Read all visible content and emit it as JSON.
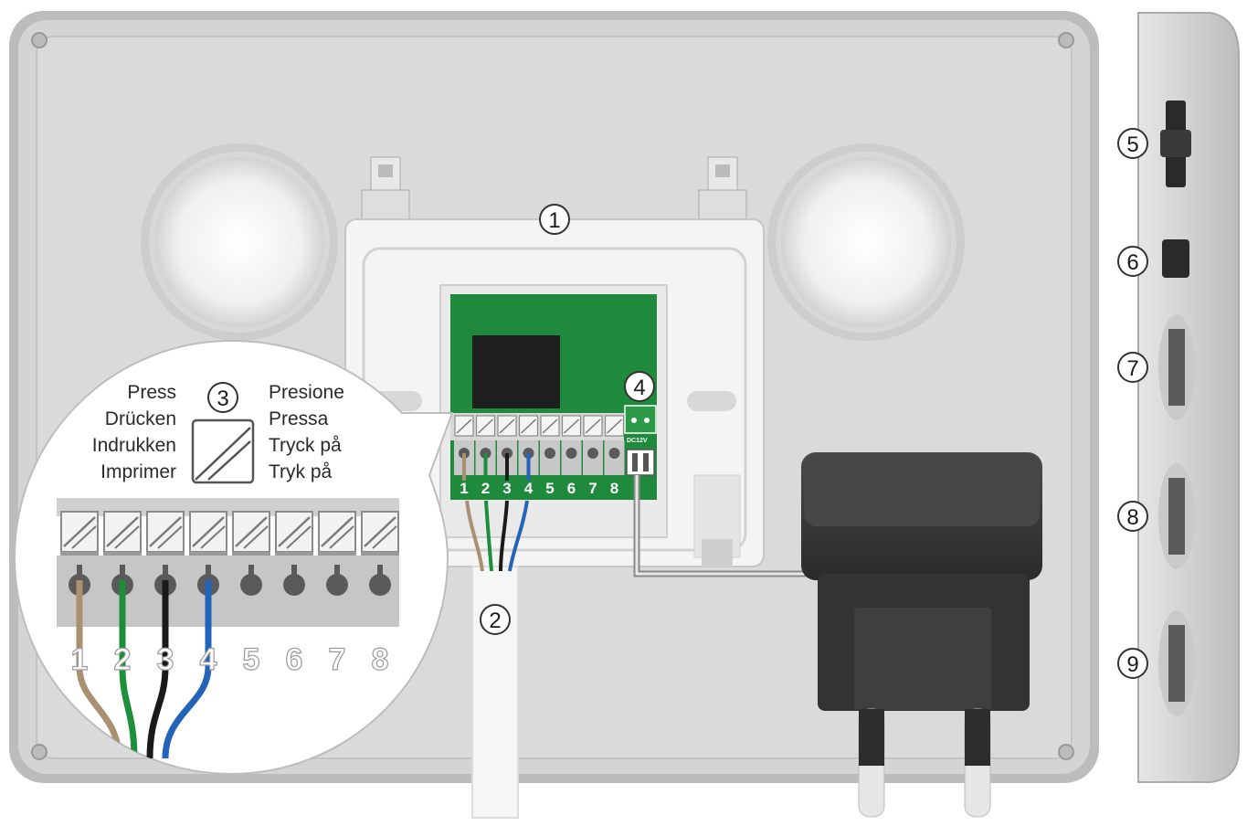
{
  "callouts": [
    "1",
    "2",
    "3",
    "4",
    "5",
    "6",
    "7",
    "8",
    "9"
  ],
  "press_labels_left": [
    "Press",
    "Drücken",
    "Indrukken",
    "Imprimer"
  ],
  "press_labels_right": [
    "Presione",
    "Pressa",
    "Tryck på",
    "Tryk på"
  ],
  "terminals": [
    "1",
    "2",
    "3",
    "4",
    "5",
    "6",
    "7",
    "8"
  ],
  "dc_label": "DC12V",
  "colors": {
    "board": "#1f8a3c",
    "wire_brown": "#a89070",
    "wire_green": "#1d8f3a",
    "wire_black": "#1a1a1a",
    "wire_blue": "#2363b8",
    "housing": "#cfcfcf",
    "adapter": "#3a3a3a"
  },
  "icons": [
    "screw-hole-icon",
    "terminal-lever-icon",
    "press-lever-icon"
  ]
}
